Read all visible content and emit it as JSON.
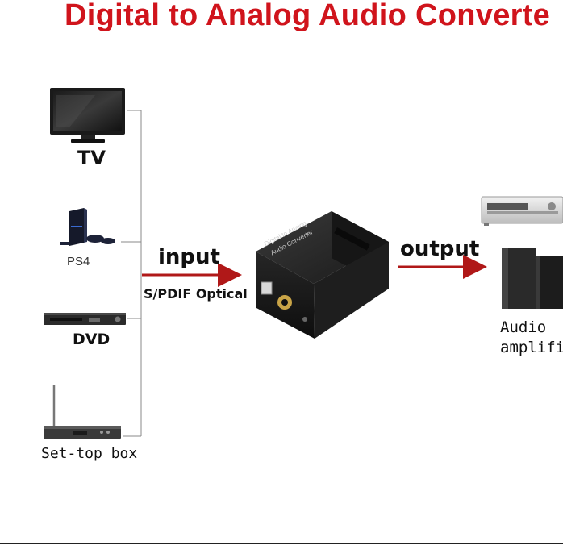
{
  "title": "Digital to Analog Audio Converte",
  "sources": {
    "tv": "TV",
    "ps4": "PS4",
    "dvd": "DVD",
    "settop": "Set-top box"
  },
  "input_label": "input",
  "input_type": "S/PDIF Optical",
  "output_label": "output",
  "output_device": "Audio\namplifi",
  "converter": {
    "face_text_line1": "Digital to Analog",
    "face_text_line2": "Audio Converter"
  },
  "colors": {
    "title": "#d0141c",
    "arrow": "#b01818",
    "bracket": "#888888"
  },
  "icons": [
    "tv-icon",
    "ps4-icon",
    "dvd-player-icon",
    "set-top-box-icon",
    "converter-box-icon",
    "av-receiver-icon",
    "speaker-icon"
  ]
}
